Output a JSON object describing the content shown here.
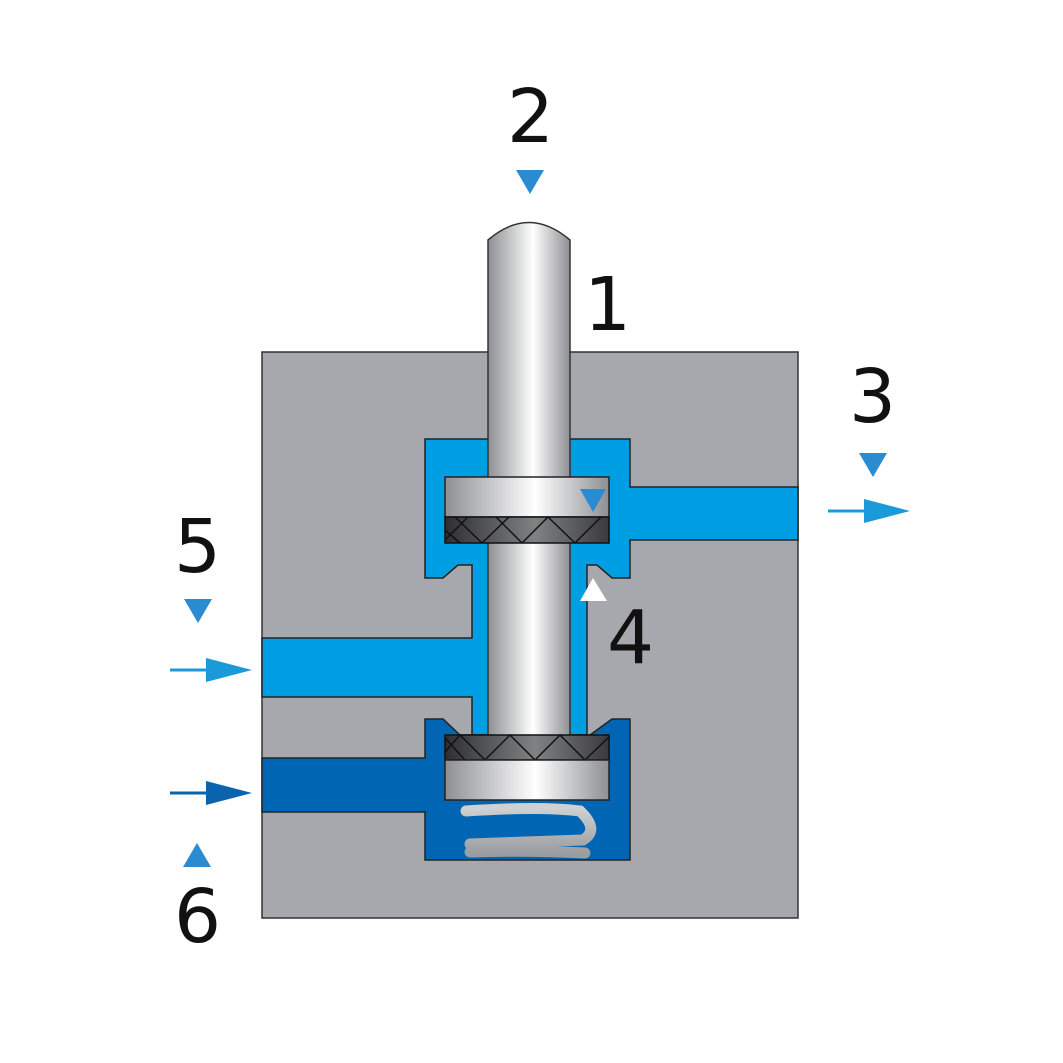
{
  "labels": {
    "stem": "1",
    "stem_force": "2",
    "outlet_upper": "3",
    "seat": "4",
    "inlet_middle": "5",
    "inlet_lower": "6"
  },
  "colors": {
    "body": "#a7a8ad",
    "light_fluid": "#009fe3",
    "dark_fluid": "#0066b3",
    "marker": "#2a8bd0",
    "arrow_light": "#1a9ad8",
    "arrow_dark": "#0a63ad"
  },
  "icons": {
    "direction_marker": "triangle",
    "flow_arrow": "arrow-right"
  }
}
